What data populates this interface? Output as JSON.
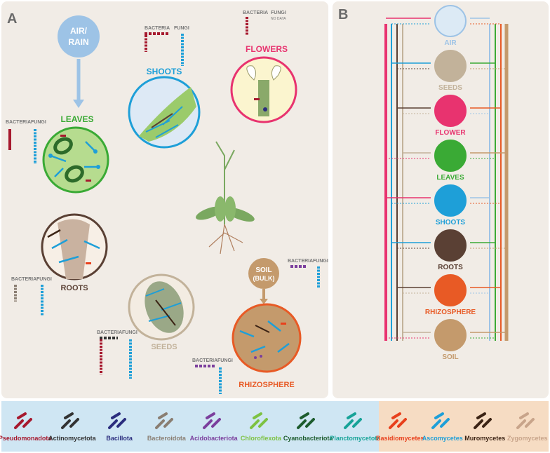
{
  "panel_a": {
    "label": "A",
    "air_rain": "AIR/ RAIN",
    "soil_bulk": "SOIL (BULK)",
    "compartments": {
      "leaves": "LEAVES",
      "shoots": "SHOOTS",
      "flowers": "FLOWERS",
      "roots": "ROOTS",
      "seeds": "SEEDS",
      "rhizosphere": "RHIZOSPHERE"
    },
    "bacteria_label": "BACTERIA",
    "fungi_label": "FUNGI",
    "no_data": "NO DATA"
  },
  "panel_b": {
    "label": "B",
    "nodes": [
      "AIR",
      "SEEDS",
      "FLOWER",
      "LEAVES",
      "SHOOTS",
      "ROOTS",
      "RHIZOSPHERE",
      "SOIL"
    ],
    "node_colors": [
      "#9dc3e6",
      "#c2b29a",
      "#e8336f",
      "#3aaa35",
      "#1e9fd8",
      "#5a4034",
      "#e85a25",
      "#c49a6c"
    ]
  },
  "legend": {
    "bacteria": [
      {
        "name": "Pseudomonadota",
        "color": "#a6192e"
      },
      {
        "name": "Actinomycetota",
        "color": "#333333"
      },
      {
        "name": "Bacillota",
        "color": "#2b2d7e"
      },
      {
        "name": "Bacteroidota",
        "color": "#8a7e72"
      },
      {
        "name": "Acidobacteriota",
        "color": "#7b3f9d"
      },
      {
        "name": "Chloroflexota",
        "color": "#7dc242"
      },
      {
        "name": "Cyanobacteriota",
        "color": "#1d5c2e"
      },
      {
        "name": "Planctomycetota",
        "color": "#17a398"
      }
    ],
    "fungi": [
      {
        "name": "Basidiomycetes",
        "color": "#e8401c"
      },
      {
        "name": "Ascomycetes",
        "color": "#1e9fd8"
      },
      {
        "name": "Muromycetes",
        "color": "#3b2314"
      },
      {
        "name": "Zygomycetes",
        "color": "#c8a48a"
      }
    ]
  }
}
